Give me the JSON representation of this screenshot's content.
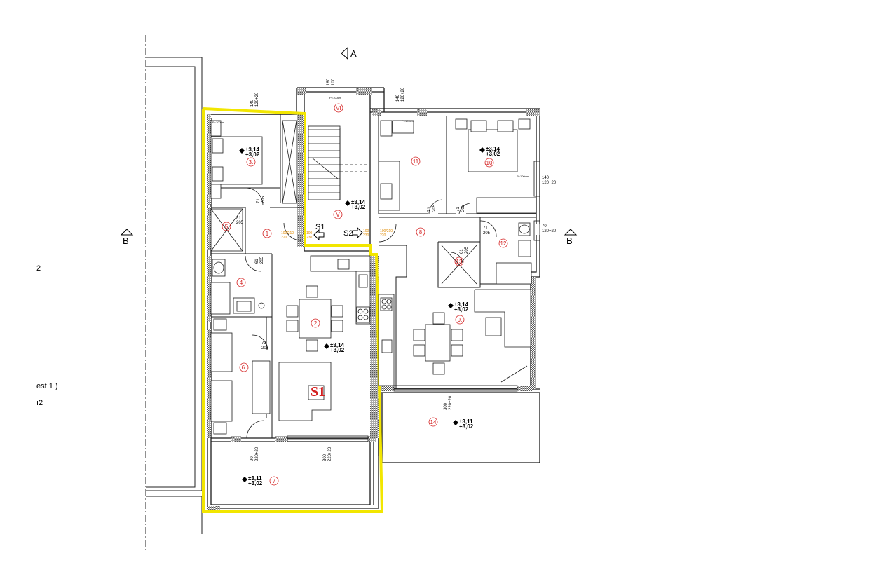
{
  "colors": {
    "wall": "#1a1a1a",
    "hatch": "#555555",
    "room_number": "#d42020",
    "unit_highlight": "#f2e600",
    "unit_label": "#d42020",
    "door_dims_orange": "#e08a00"
  },
  "section_markers": {
    "a": "A",
    "b_left": "B",
    "b_right": "B"
  },
  "unit_labels": {
    "s1_big": "S1",
    "s1_arrow": "S1",
    "s2_arrow": "S2"
  },
  "edge_text": {
    "t1": "2",
    "t2": "est 1 )",
    "t3": "ı2"
  },
  "rooms": [
    {
      "id": "r1",
      "num": "1"
    },
    {
      "id": "r2",
      "num": "2"
    },
    {
      "id": "r3",
      "num": "3."
    },
    {
      "id": "r4",
      "num": "4"
    },
    {
      "id": "r5",
      "num": "5"
    },
    {
      "id": "r6",
      "num": "6."
    },
    {
      "id": "r7",
      "num": "7"
    },
    {
      "id": "r8",
      "num": "8"
    },
    {
      "id": "r9",
      "num": "9."
    },
    {
      "id": "r10",
      "num": "10"
    },
    {
      "id": "r11",
      "num": "11"
    },
    {
      "id": "r12",
      "num": "12"
    },
    {
      "id": "r13",
      "num": "13"
    },
    {
      "id": "r14",
      "num": "14"
    },
    {
      "id": "rV",
      "num": "V"
    },
    {
      "id": "rVI",
      "num": "VI"
    }
  ],
  "levels": {
    "l3": {
      "top": "±3,14",
      "bot": "+3,02"
    },
    "l10": {
      "top": "±3,14",
      "bot": "+3,02"
    },
    "lV": {
      "top": "±3,14",
      "bot": "+3,02"
    },
    "l9": {
      "top": "±3,14",
      "bot": "+3,02"
    },
    "l2": {
      "top": "±3,14",
      "bot": "+3,02"
    },
    "l14": {
      "top": "±3,11",
      "bot": "+3,02"
    },
    "l7": {
      "top": "±3,11",
      "bot": "+3,02"
    }
  },
  "dims": {
    "win3_top": "140",
    "win3_bot": "120+20",
    "stair_top": "180",
    "stair_bot": "100",
    "win11_top": "140",
    "win11_bot": "120+20",
    "win10r_top": "140",
    "win10r_bot": "120+20",
    "win12r_top": "70",
    "win12r_bot": "120+20",
    "door71a": "71",
    "door205a": "205",
    "door81a": "81",
    "door205b": "205",
    "door61a": "61",
    "door205c": "205",
    "door71b": "71",
    "door205d": "205",
    "door71c": "71",
    "door205e": "205",
    "door71d": "71",
    "door205f": "205",
    "door71e": "71",
    "door205g": "205",
    "door61b": "61",
    "door205h": "205",
    "balc7_top": "90",
    "balc7_bot": "220+20",
    "balc2_top": "300",
    "balc2_bot": "220+20",
    "balc14_top": "300",
    "balc14_bot": "220+20",
    "p100a": "P=100cm",
    "p100b": "P=100cm",
    "p100c": "P=100cm",
    "p100d": "P=100cm",
    "orange1a": "100/210",
    "orange1b": "220",
    "orange2a": "100",
    "orange2b": "230",
    "orange3a": "100",
    "orange3b": "230",
    "orange4a": "100/210",
    "orange4b": "220"
  }
}
